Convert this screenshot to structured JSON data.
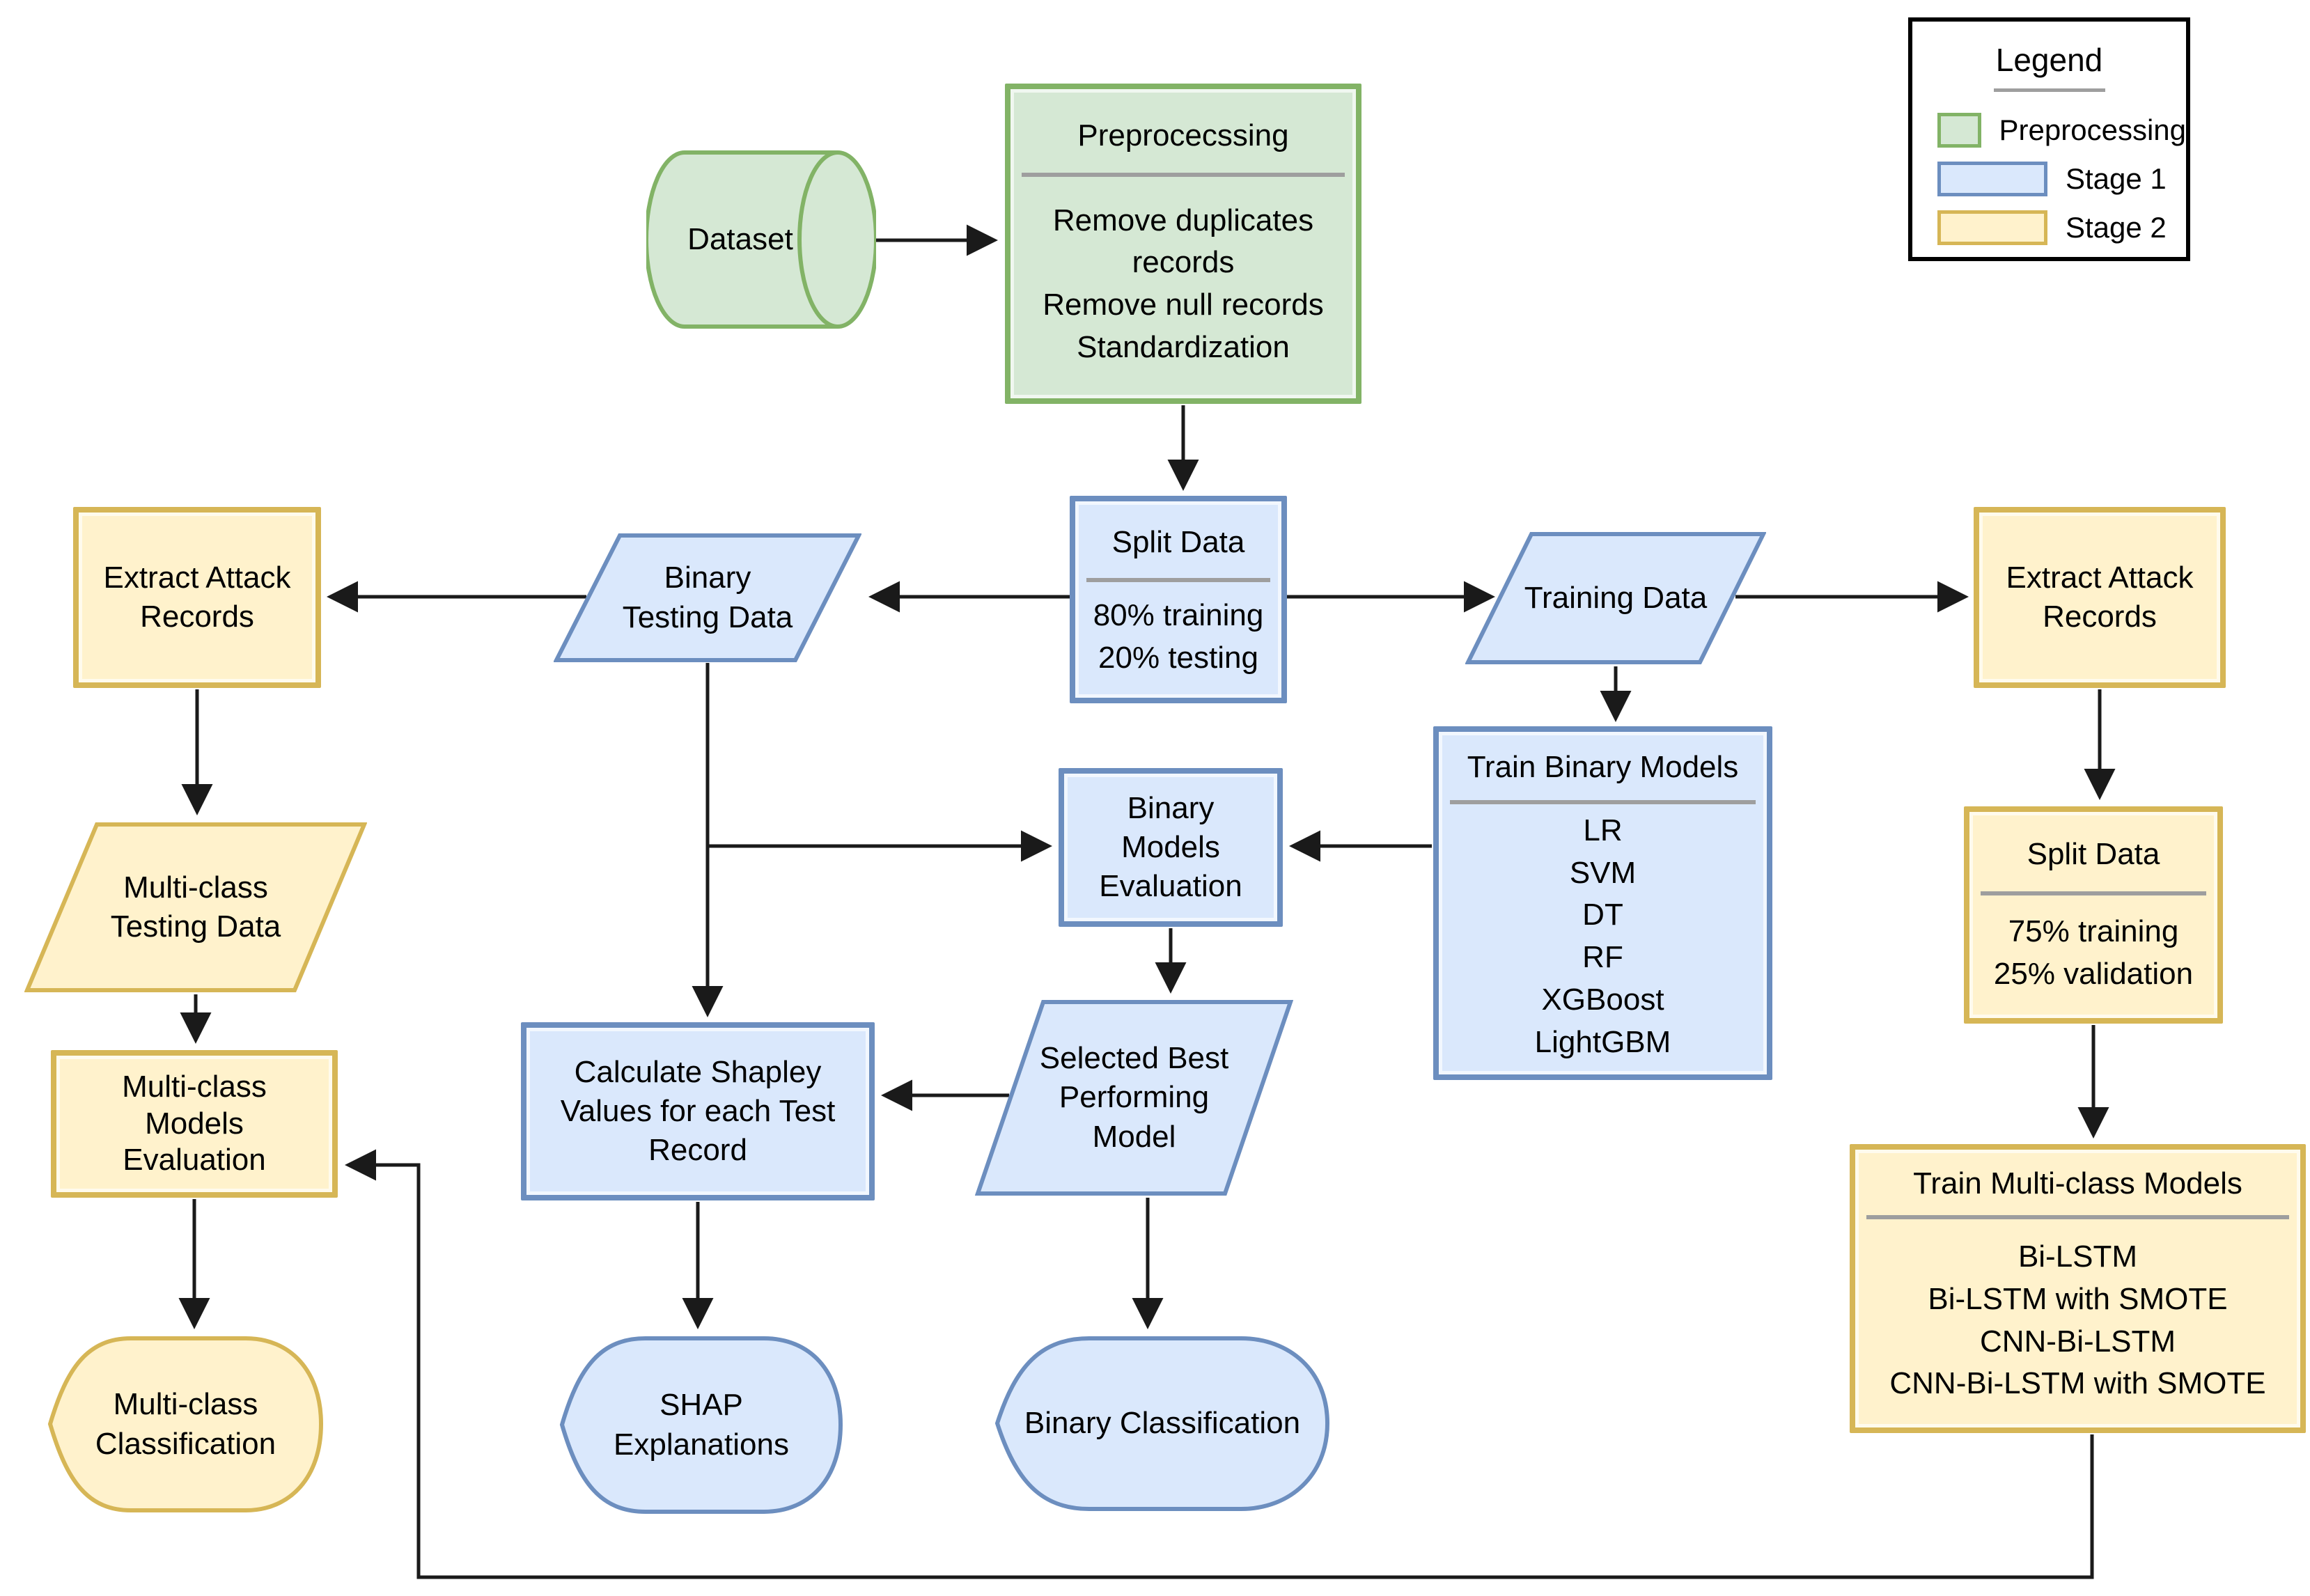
{
  "colors": {
    "preprocessing_fill": "#d5e8d4",
    "preprocessing_stroke": "#82b366",
    "stage1_fill": "#dae8fc",
    "stage1_stroke": "#6c8ebf",
    "stage2_fill": "#fff2cc",
    "stage2_stroke": "#d6b656",
    "arrow": "#1a1a1a"
  },
  "legend": {
    "title": "Legend",
    "items": [
      {
        "label": "Preprocessing",
        "swatch": "green-swatch"
      },
      {
        "label": "Stage 1",
        "swatch": "blue-swatch"
      },
      {
        "label": "Stage 2",
        "swatch": "yellow-swatch"
      }
    ]
  },
  "nodes": {
    "dataset": {
      "label": "Dataset"
    },
    "preprocessing": {
      "title": "Preprocecssing",
      "lines": [
        "Remove duplicates records",
        "Remove null records",
        "Standardization"
      ]
    },
    "split_center": {
      "title": "Split Data",
      "lines": [
        "80% training",
        "20% testing"
      ]
    },
    "binary_testing": {
      "lines": [
        "Binary",
        "Testing Data"
      ]
    },
    "training_data": {
      "label": "Training Data"
    },
    "extract_left": {
      "lines": [
        "Extract Attack",
        "Records"
      ]
    },
    "extract_right": {
      "lines": [
        "Extract Attack",
        "Records"
      ]
    },
    "train_binary": {
      "title": "Train Binary Models",
      "lines": [
        "LR",
        "SVM",
        "DT",
        "RF",
        "XGBoost",
        "LightGBM"
      ]
    },
    "binary_eval": {
      "lines": [
        "Binary",
        "Models",
        "Evaluation"
      ]
    },
    "selected_best": {
      "lines": [
        "Selected Best",
        "Performing",
        "Model"
      ]
    },
    "calc_shapley": {
      "lines": [
        "Calculate Shapley",
        "Values for each Test",
        "Record"
      ]
    },
    "shap": {
      "lines": [
        "SHAP",
        "Explanations"
      ]
    },
    "binary_class": {
      "label": "Binary Classification"
    },
    "multi_testing": {
      "lines": [
        "Multi-class",
        "Testing Data"
      ]
    },
    "multi_eval": {
      "lines": [
        "Multi-class",
        "Models",
        "Evaluation"
      ]
    },
    "multi_class": {
      "lines": [
        "Multi-class",
        "Classification"
      ]
    },
    "split_right": {
      "title": "Split Data",
      "lines": [
        "75% training",
        "25% validation"
      ]
    },
    "train_multi": {
      "title": "Train Multi-class Models",
      "lines": [
        "Bi-LSTM",
        "Bi-LSTM with SMOTE",
        "CNN-Bi-LSTM",
        "CNN-Bi-LSTM with SMOTE"
      ]
    }
  }
}
